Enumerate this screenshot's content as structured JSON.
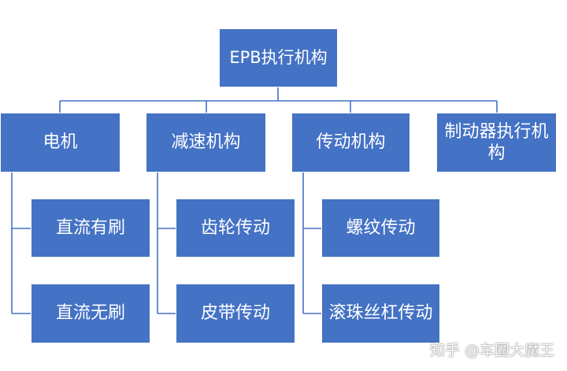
{
  "diagram": {
    "root": "EPB执行机构",
    "categories": [
      {
        "label": "电机",
        "children": [
          "直流有刷",
          "直流无刷"
        ]
      },
      {
        "label": "减速机构",
        "children": [
          "齿轮传动",
          "皮带传动"
        ]
      },
      {
        "label": "传动机构",
        "children": [
          "螺纹传动",
          "滚珠丝杠传动"
        ]
      },
      {
        "label": "制动器执行机构",
        "children": []
      }
    ]
  },
  "watermark": "知乎 @车圈大魔王",
  "colors": {
    "node_fill": "#4472c4",
    "connector": "#4472c4",
    "text": "#ffffff"
  }
}
